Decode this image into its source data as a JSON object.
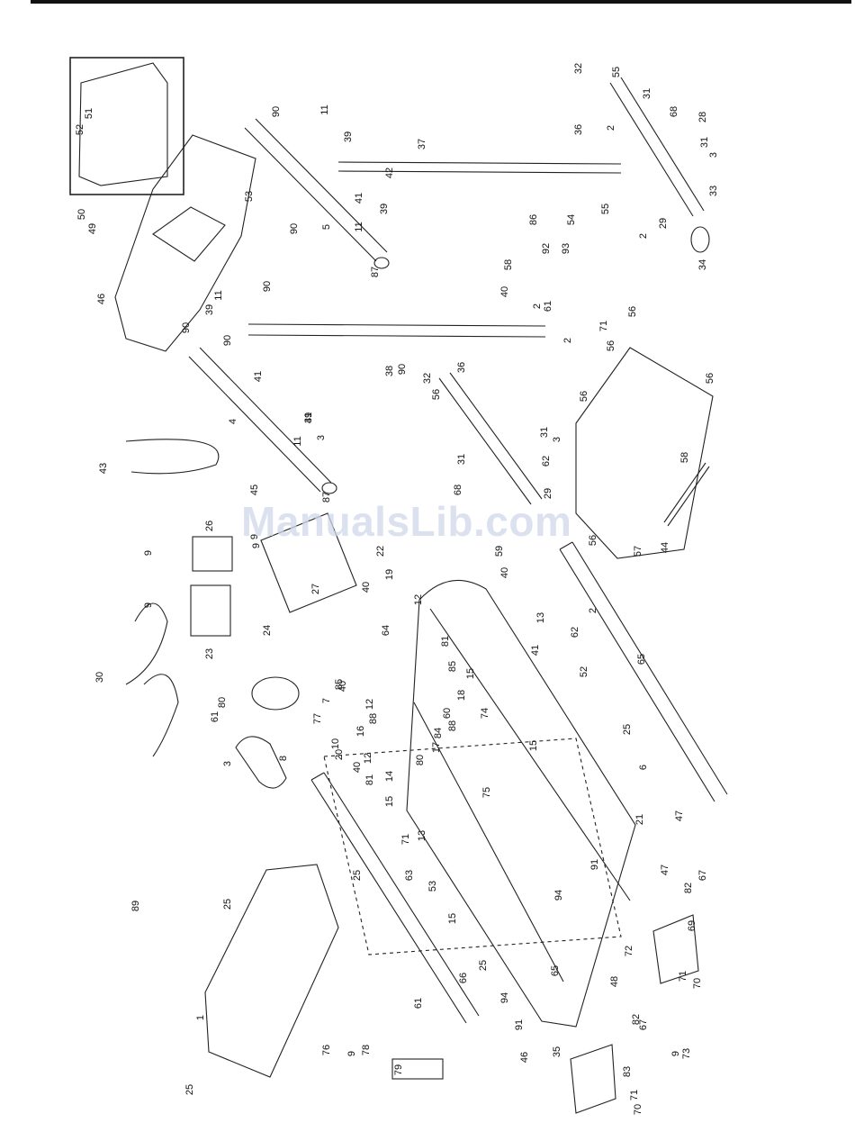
{
  "watermark": "ManualsLib.com",
  "colors": {
    "line": "#222222",
    "watermark": "#cfd8ea"
  },
  "part_labels": [
    "1",
    "2",
    "2",
    "2",
    "2",
    "2",
    "3",
    "3",
    "3",
    "3",
    "4",
    "5",
    "6",
    "7",
    "8",
    "9",
    "9",
    "9",
    "9",
    "9",
    "9",
    "10",
    "11",
    "11",
    "11",
    "11",
    "12",
    "12",
    "12",
    "13",
    "13",
    "14",
    "15",
    "15",
    "15",
    "15",
    "16",
    "17",
    "18",
    "19",
    "20",
    "21",
    "22",
    "23",
    "24",
    "25",
    "25",
    "25",
    "25",
    "25",
    "26",
    "27",
    "28",
    "29",
    "29",
    "30",
    "31",
    "31",
    "31",
    "31",
    "32",
    "32",
    "33",
    "34",
    "35",
    "36",
    "36",
    "37",
    "38",
    "39",
    "39",
    "39",
    "39",
    "40",
    "40",
    "40",
    "40",
    "40",
    "41",
    "41",
    "41",
    "41",
    "42",
    "43",
    "44",
    "45",
    "46",
    "46",
    "47",
    "47",
    "48",
    "49",
    "50",
    "51",
    "52",
    "52",
    "53",
    "53",
    "54",
    "55",
    "55",
    "56",
    "56",
    "56",
    "56",
    "56",
    "56",
    "57",
    "58",
    "58",
    "59",
    "60",
    "61",
    "61",
    "61",
    "62",
    "62",
    "63",
    "64",
    "65",
    "65",
    "66",
    "67",
    "67",
    "68",
    "68",
    "69",
    "70",
    "70",
    "71",
    "71",
    "71",
    "71",
    "72",
    "73",
    "74",
    "75",
    "76",
    "77",
    "78",
    "79",
    "80",
    "80",
    "81",
    "81",
    "82",
    "82",
    "83",
    "84",
    "85",
    "85",
    "86",
    "87",
    "87",
    "88",
    "88",
    "89",
    "90",
    "90",
    "90",
    "90",
    "90",
    "90",
    "91",
    "91",
    "92",
    "93",
    "94",
    "94"
  ]
}
